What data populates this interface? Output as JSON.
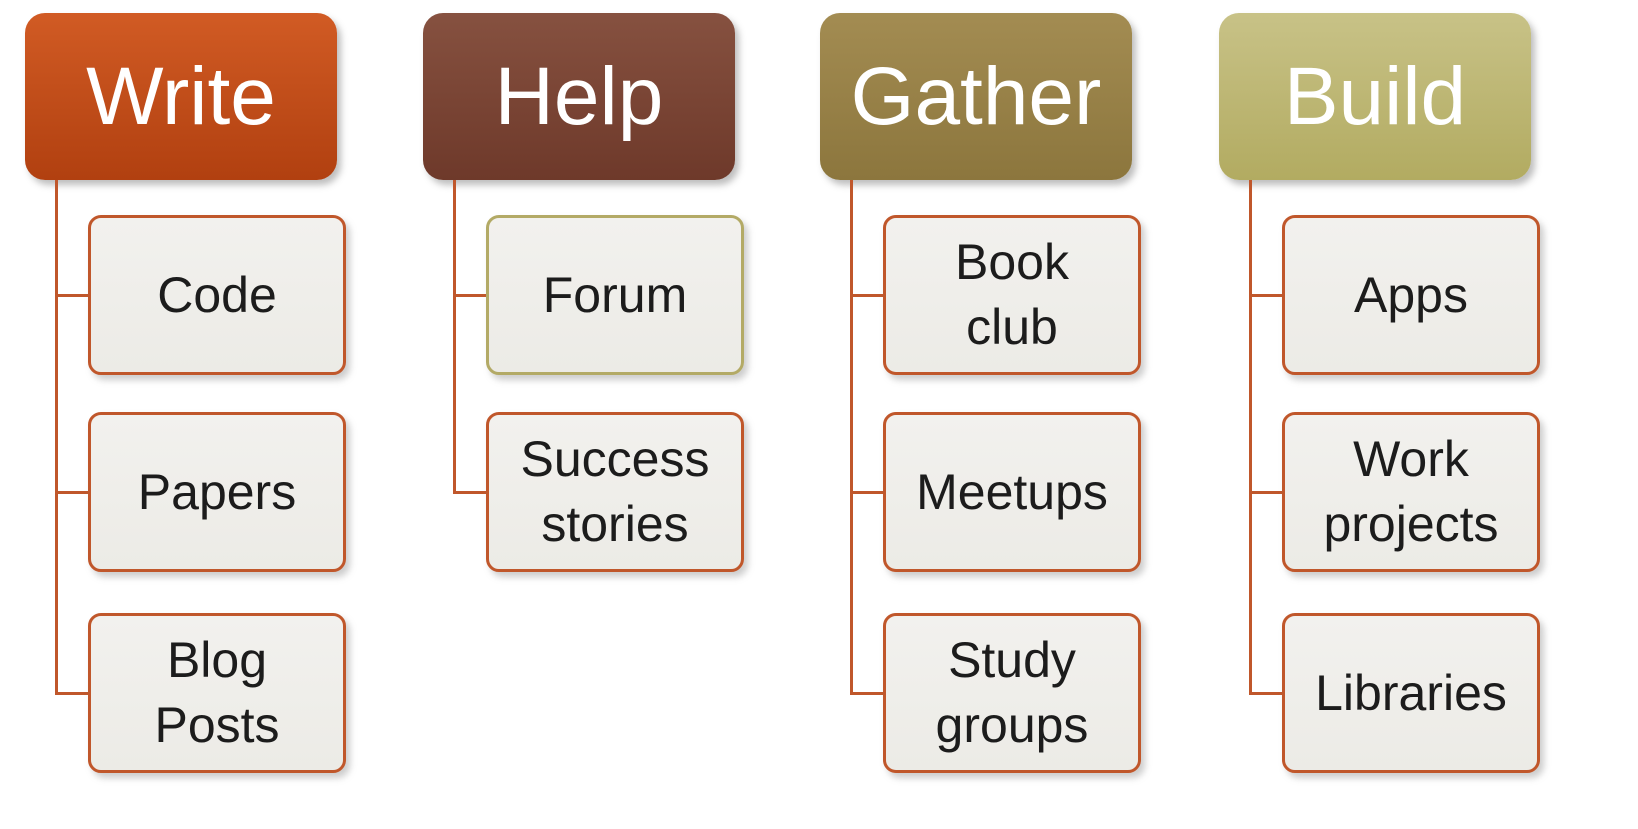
{
  "diagram_type": "hierarchy-org-chart",
  "theme": {
    "background": "#FFFFFF",
    "child_box_fill": "#F0EFEB",
    "child_text_color": "#1C1C1C",
    "header_text_color": "#FFFFFF"
  },
  "columns": [
    {
      "title": "Write",
      "colors": {
        "header_top": "#D15B24",
        "header_bottom": "#B14010",
        "connector": "#C0572B"
      },
      "children": [
        {
          "label": "Code",
          "border_color": "#C0572B"
        },
        {
          "label": "Papers",
          "border_color": "#C0572B"
        },
        {
          "label": "Blog\nPosts",
          "border_color": "#C0572B"
        }
      ]
    },
    {
      "title": "Help",
      "colors": {
        "header_top": "#865140",
        "header_bottom": "#6E392A",
        "connector": "#C0572B"
      },
      "children": [
        {
          "label": "Forum",
          "border_color": "#B3AA66"
        },
        {
          "label": "Success\nstories",
          "border_color": "#C0572B"
        }
      ]
    },
    {
      "title": "Gather",
      "colors": {
        "header_top": "#A38C52",
        "header_bottom": "#8C763D",
        "connector": "#C0572B"
      },
      "children": [
        {
          "label": "Book\nclub",
          "border_color": "#C0572B"
        },
        {
          "label": "Meetups",
          "border_color": "#C0572B"
        },
        {
          "label": "Study\ngroups",
          "border_color": "#C0572B"
        }
      ]
    },
    {
      "title": "Build",
      "colors": {
        "header_top": "#C8C287",
        "header_bottom": "#B2AB61",
        "connector": "#C0572B"
      },
      "children": [
        {
          "label": "Apps",
          "border_color": "#C0572B"
        },
        {
          "label": "Work\nprojects",
          "border_color": "#C0572B"
        },
        {
          "label": "Libraries",
          "border_color": "#C0572B"
        }
      ]
    }
  ]
}
